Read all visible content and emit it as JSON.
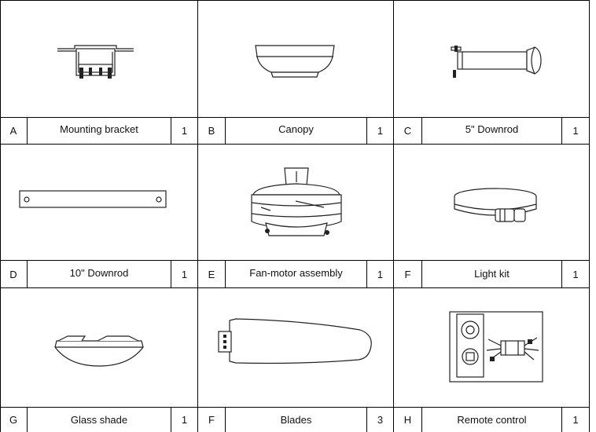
{
  "parts": [
    {
      "letter": "A",
      "name": "Mounting bracket",
      "qty": "1",
      "icon": "mounting-bracket-icon"
    },
    {
      "letter": "B",
      "name": "Canopy",
      "qty": "1",
      "icon": "canopy-icon"
    },
    {
      "letter": "C",
      "name": "5\" Downrod",
      "qty": "1",
      "icon": "downrod-5-icon"
    },
    {
      "letter": "D",
      "name": "10\" Downrod",
      "qty": "1",
      "icon": "downrod-10-icon"
    },
    {
      "letter": "E",
      "name": "Fan-motor assembly",
      "qty": "1",
      "icon": "fan-motor-icon"
    },
    {
      "letter": "F",
      "name": "Light kit",
      "qty": "1",
      "icon": "light-kit-icon"
    },
    {
      "letter": "G",
      "name": "Glass shade",
      "qty": "1",
      "icon": "glass-shade-icon"
    },
    {
      "letter": "F",
      "name": "Blades",
      "qty": "3",
      "icon": "blade-icon"
    },
    {
      "letter": "H",
      "name": "Remote control",
      "qty": "1",
      "icon": "remote-control-icon"
    }
  ]
}
